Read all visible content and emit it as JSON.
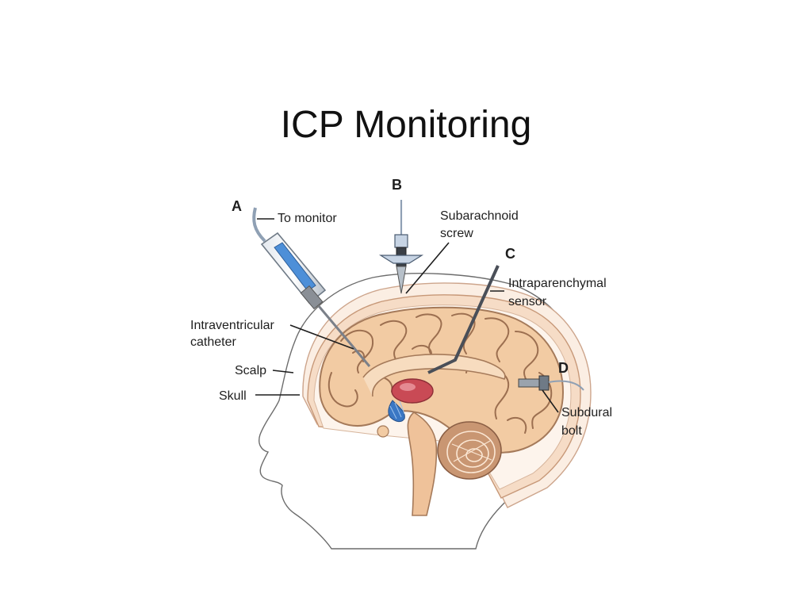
{
  "title": "ICP Monitoring",
  "devices": {
    "a": {
      "letter": "A",
      "cable_label": "To monitor",
      "label_line1": "Intraventricular",
      "label_line2": "catheter"
    },
    "b": {
      "letter": "B",
      "label_line1": "Subarachnoid",
      "label_line2": "screw"
    },
    "c": {
      "letter": "C",
      "label_line1": "Intraparenchymal",
      "label_line2": "sensor"
    },
    "d": {
      "letter": "D",
      "label_line1": "Subdural",
      "label_line2": "bolt"
    }
  },
  "anatomy": {
    "scalp": "Scalp",
    "skull": "Skull"
  },
  "colors": {
    "brain": "#f2cba3",
    "brain_outline": "#a57a5a",
    "skull": "#f6dcc6",
    "scalp": "#fbeee3",
    "ventricle": "#c94a55",
    "csf_blue": "#3a77c4",
    "device_blue": "#4d8fd8",
    "device_metal": "#8a8f96"
  }
}
